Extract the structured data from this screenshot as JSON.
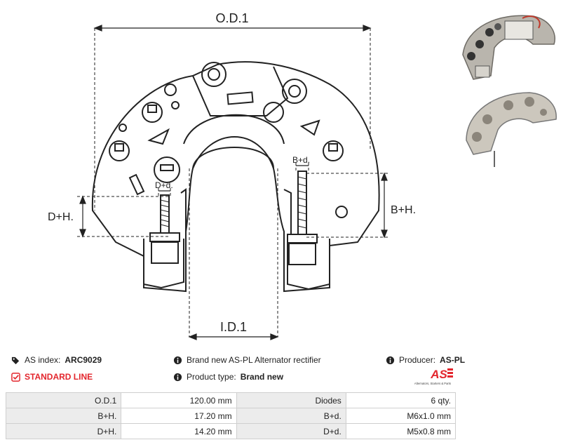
{
  "diagram": {
    "od_label": "O.D.1",
    "id_label": "I.D.1",
    "bh_label": "B+H.",
    "dh_label": "D+H.",
    "bd_label": "B+d.",
    "dd_label": "D+d."
  },
  "info": {
    "as_index_label": "AS index:",
    "as_index_value": "ARC9029",
    "line_label": "STANDARD LINE",
    "description": "Brand new AS-PL Alternator rectifier",
    "product_type_label": "Product type:",
    "product_type_value": "Brand new",
    "producer_label": "Producer:",
    "producer_value": "AS-PL",
    "logo_text": "AS",
    "logo_tagline": "Alternators, Starters & Parts"
  },
  "specs": [
    {
      "label": "O.D.1",
      "value": "120.00 mm",
      "label2": "Diodes",
      "value2": "6 qty."
    },
    {
      "label": "B+H.",
      "value": "17.20 mm",
      "label2": "B+d.",
      "value2": "M6x1.0 mm"
    },
    {
      "label": "D+H.",
      "value": "14.20 mm",
      "label2": "D+d.",
      "value2": "M5x0.8 mm"
    }
  ],
  "colors": {
    "accent_red": "#e3262d",
    "table_label_bg": "#ececec",
    "line": "#222222"
  }
}
